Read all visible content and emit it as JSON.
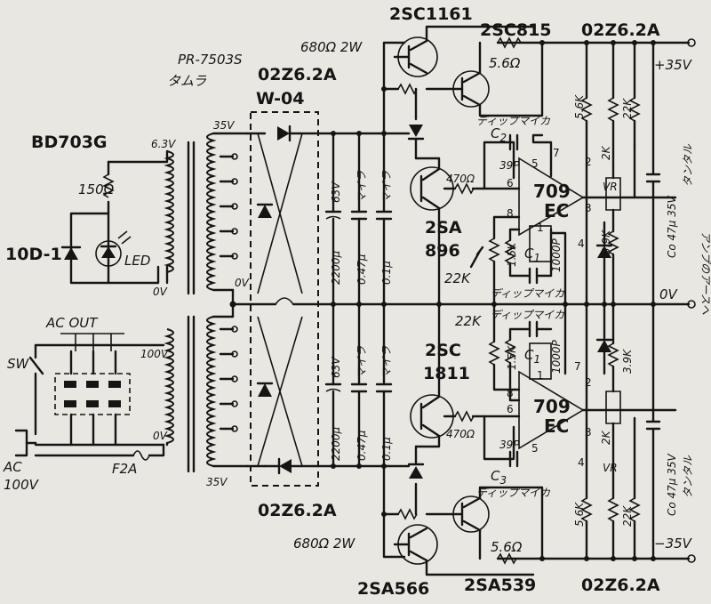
{
  "transformer": {
    "model": "PR-7503S",
    "maker": "タムラ",
    "tap_6v": "6.3V",
    "tap_35v_top": "35V",
    "tap_0v_a": "0V",
    "tap_0v_b": "0V",
    "tap_100v": "100V",
    "tap_0v_c": "0V",
    "tap_35v_bot": "35V"
  },
  "bridge": {
    "model": "W-04"
  },
  "led_circuit": {
    "bridge_rect": "BD703G",
    "resistor": "150Ω",
    "diode": "10D-1",
    "led": "LED"
  },
  "ac_input": {
    "ac_out": "AC OUT",
    "switch": "SW",
    "ac": "AC",
    "voltage": "100V",
    "fuse": "F2A"
  },
  "caps_top": {
    "c1": "2200μ",
    "c1v": "63V",
    "c2": "0.47μ",
    "c2t": "マイラ",
    "c3": "0.1μ",
    "c3t": "マイラ"
  },
  "caps_bot": {
    "c1": "2200μ",
    "c1v": "63V",
    "c2": "0.47μ",
    "c2t": "マイラ",
    "c3": "0.1μ",
    "c3t": "マイラ"
  },
  "top_reg": {
    "pass_tr": "2SC1161",
    "sense_tr": "2SC815",
    "zener_out": "02Z6.2A",
    "out_voltage": "+35V",
    "res_680": "680Ω 2W",
    "zener_ref": "02Z6.2A",
    "res_56": "5.6Ω",
    "mica": "ディップマイカ",
    "c2": "C",
    "c2_sub": "2",
    "c2_val": "39P",
    "driver_tr": "2SA",
    "driver_num": "896",
    "res_470": "470Ω",
    "opamp": "709",
    "opamp_sub": "EC",
    "res_15k": "1.5K",
    "res_22k": "22K",
    "c1": "C",
    "c1_sub": "1",
    "c_1000": "1000P",
    "mica2": "ディップマイカ",
    "res_56k": "5.6K",
    "res_2k": "2K",
    "vr": "VR",
    "res_39k": "3.9K",
    "res_22k_r": "22K",
    "co": "Co 47μ 35V",
    "tantal": "タンタル"
  },
  "ground": {
    "label": "0V",
    "amp_ground": "アンプのアースへ"
  },
  "bot_reg": {
    "pass_tr": "2SA566",
    "sense_tr": "2SA539",
    "zener_out": "02Z6.2A",
    "out_voltage": "−35V",
    "res_680": "680Ω 2W",
    "zener_ref": "02Z6.2A",
    "res_56": "5.6Ω",
    "mica": "ディップマイカ",
    "c3": "C",
    "c3_sub": "3",
    "c3_val": "39P",
    "driver_tr": "2SC",
    "driver_num": "1811",
    "res_470": "470Ω",
    "opamp": "709",
    "opamp_sub": "EC",
    "res_15k": "1.5K",
    "res_22k": "22K",
    "c1": "C",
    "c1_sub": "1",
    "c_1000": "1000P",
    "mica2": "ディップマイカ",
    "res_56k": "5.6K",
    "res_2k": "2K",
    "vr": "VR",
    "res_39k": "3.9K",
    "res_22k_r": "22K",
    "co": "Co 47μ 35V",
    "tantal": "タンタル"
  },
  "opamp_pins": {
    "p2": "2",
    "p3": "3",
    "p4": "4",
    "p5": "5",
    "p6": "6",
    "p7": "7",
    "p8": "8",
    "p1": "1"
  }
}
